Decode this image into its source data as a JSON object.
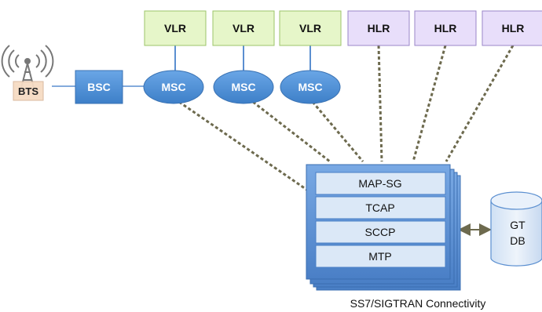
{
  "nodes": {
    "bts": "BTS",
    "bsc": "BSC",
    "msc": [
      "MSC",
      "MSC",
      "MSC"
    ],
    "vlr": [
      "VLR",
      "VLR",
      "VLR"
    ],
    "hlr": [
      "HLR",
      "HLR",
      "HLR"
    ],
    "db": [
      "GT",
      "DB"
    ]
  },
  "stack": {
    "layers": [
      "MAP-SG",
      "TCAP",
      "SCCP",
      "MTP"
    ],
    "caption": "SS7/SIGTRAN Connectivity"
  },
  "colors": {
    "vlr_fill": "#e6f6c9",
    "vlr_border": "#9cc46a",
    "hlr_fill": "#e8defa",
    "hlr_border": "#9a86c8",
    "node_blue": "#4a8fd4",
    "stack_blue": "#5b8fd0",
    "layer_fill": "#dbe8f7",
    "dash": "#6d6a4e",
    "bts_fill": "#f6dcc4"
  },
  "icons": {
    "bts": "antenna-tower-icon"
  }
}
